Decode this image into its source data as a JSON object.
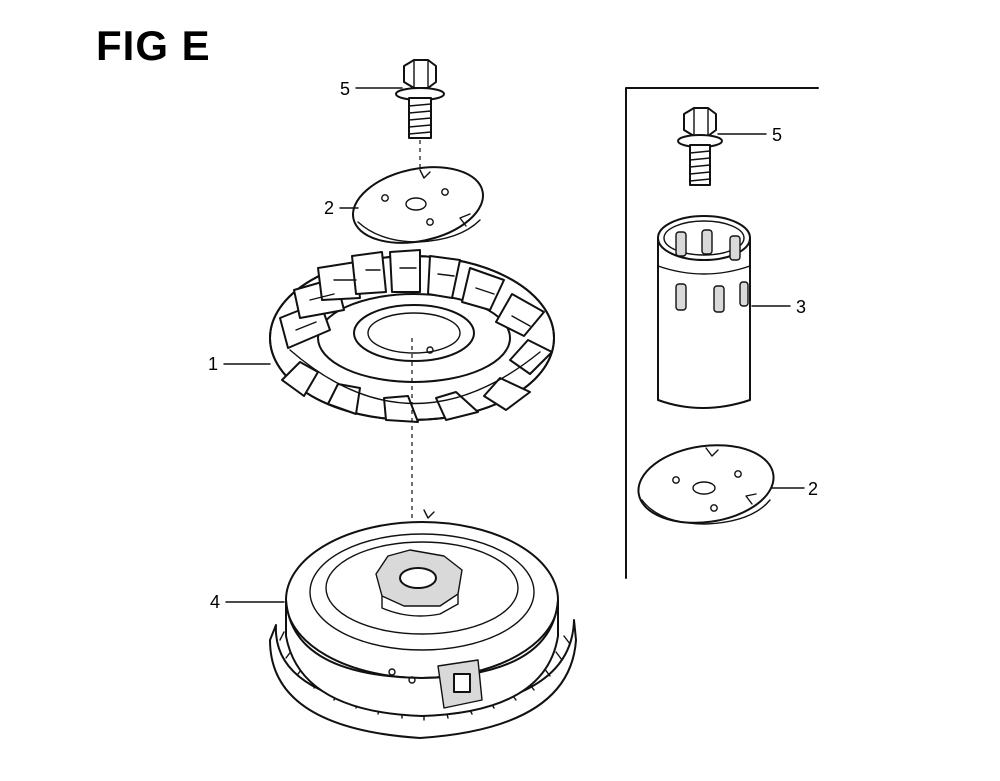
{
  "figure": {
    "title": "FIG E"
  },
  "callouts": {
    "left_bolt": "5",
    "left_plate": "2",
    "fan": "1",
    "flywheel": "4",
    "right_bolt": "5",
    "cup": "3",
    "right_plate": "2"
  }
}
